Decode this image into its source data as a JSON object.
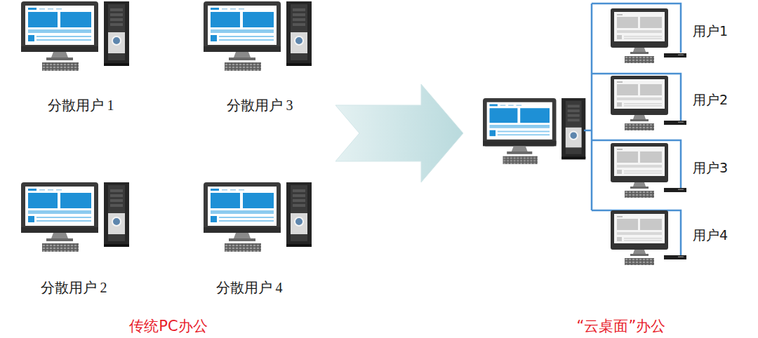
{
  "diagram": {
    "nodes": [
      {
        "text": [
          "分散用户 1"
        ]
      },
      {
        "text": [
          "分散用户 3"
        ]
      },
      {
        "text": [
          "分散用户 2"
        ]
      },
      {
        "text": [
          "分散用户 4"
        ]
      },
      {
        "text": [
          "用户1"
        ]
      },
      {
        "text": [
          "用户2"
        ]
      },
      {
        "text": [
          "用户3"
        ]
      },
      {
        "text": [
          "用户4"
        ]
      }
    ],
    "labels": [
      "传统PC办公",
      "“云桌面”办公"
    ]
  }
}
